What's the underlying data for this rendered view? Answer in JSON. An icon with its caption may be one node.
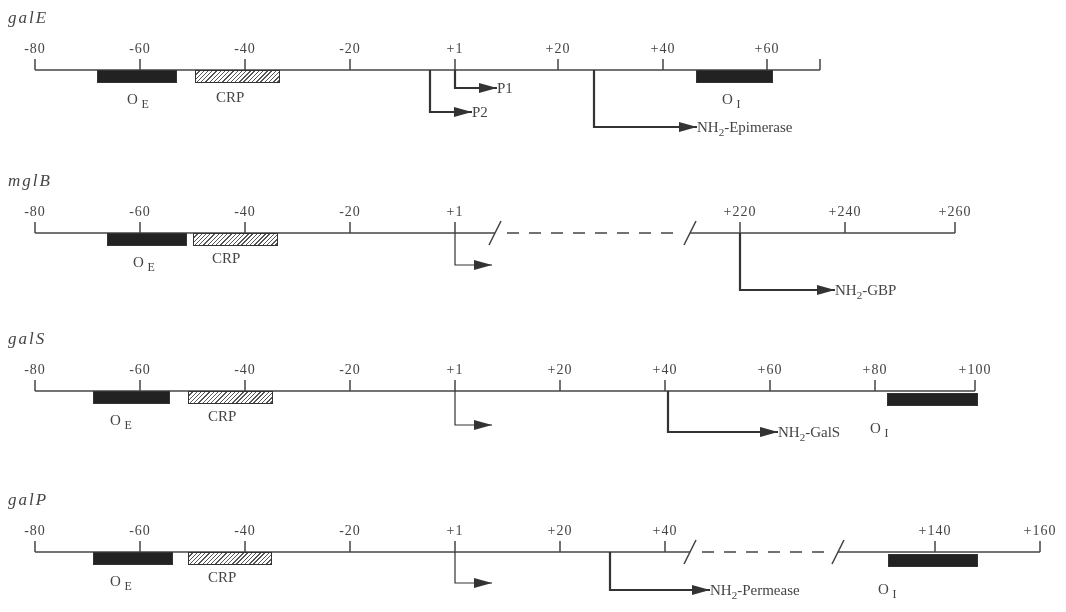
{
  "diagram": {
    "nodes": [
      {
        "text": [
          "O $_{E}$"
        ]
      },
      {
        "text": [
          "CRP"
        ]
      },
      {
        "text": [
          "P1"
        ]
      },
      {
        "text": [
          "P2"
        ]
      },
      {
        "text": [
          "O $_{I}$"
        ]
      },
      {
        "text": [
          "NH$_{2}$-Epimerase"
        ]
      },
      {
        "text": [
          "O $_{E}$"
        ]
      },
      {
        "text": [
          "CRP"
        ]
      },
      {
        "text": [
          "NH$_{2}$-GBP"
        ]
      },
      {
        "text": [
          "O $_{E}$"
        ]
      },
      {
        "text": [
          "CRP"
        ]
      },
      {
        "text": [
          "NH$_{2}$-GalS"
        ]
      },
      {
        "text": [
          "O $_{I}$"
        ]
      },
      {
        "text": [
          "O $_{E}$"
        ]
      },
      {
        "text": [
          "CRP"
        ]
      },
      {
        "text": [
          "NH$_{2}$-Permease"
        ]
      },
      {
        "text": [
          "O $_{I}$"
        ]
      }
    ],
    "edges": [
      {
        "from": null,
        "to": 2,
        "arrow": "to"
      },
      {
        "from": null,
        "to": 3,
        "arrow": "to"
      },
      {
        "from": null,
        "to": 5,
        "arrow": "to"
      },
      {
        "from": null,
        "to": 8,
        "arrow": "to"
      },
      {
        "from": null,
        "to": 11,
        "arrow": "to"
      },
      {
        "from": null,
        "to": 15,
        "arrow": "to"
      }
    ],
    "labels": [
      "galE",
      "-80",
      "-60",
      "-40",
      "-20",
      "+1",
      "+20",
      "+40",
      "+60",
      "mglB",
      "-80",
      "-60",
      "-40",
      "-20",
      "+1",
      "+220",
      "+240",
      "+260",
      "galS",
      "-80",
      "-60",
      "-40",
      "-20",
      "+1",
      "+20",
      "+40",
      "+60",
      "+80",
      "+100",
      "galP",
      "-80",
      "-60",
      "-40",
      "-20",
      "+1",
      "+20",
      "+40",
      "+140",
      "+160"
    ]
  }
}
